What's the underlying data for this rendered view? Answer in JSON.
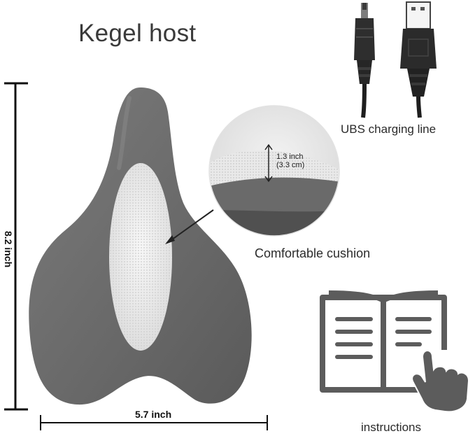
{
  "product": {
    "title": "Kegel host",
    "height_label": "8.2 inch",
    "width_label": "5.7 inch"
  },
  "callouts": {
    "cushion": {
      "thickness_inch": "1.3 inch",
      "thickness_cm": "(3.3 cm)",
      "label": "Comfortable cushion"
    },
    "cable": {
      "label": "UBS charging line"
    },
    "manual": {
      "label": "instructions"
    }
  },
  "icons": {
    "product": "kegel-device-image",
    "cable": "usb-cable-icon",
    "manual": "book-hand-icon"
  },
  "colors": {
    "device_body": "#6d6d6d",
    "cushion": "#efefef",
    "icon_gray": "#5c5c5c"
  }
}
